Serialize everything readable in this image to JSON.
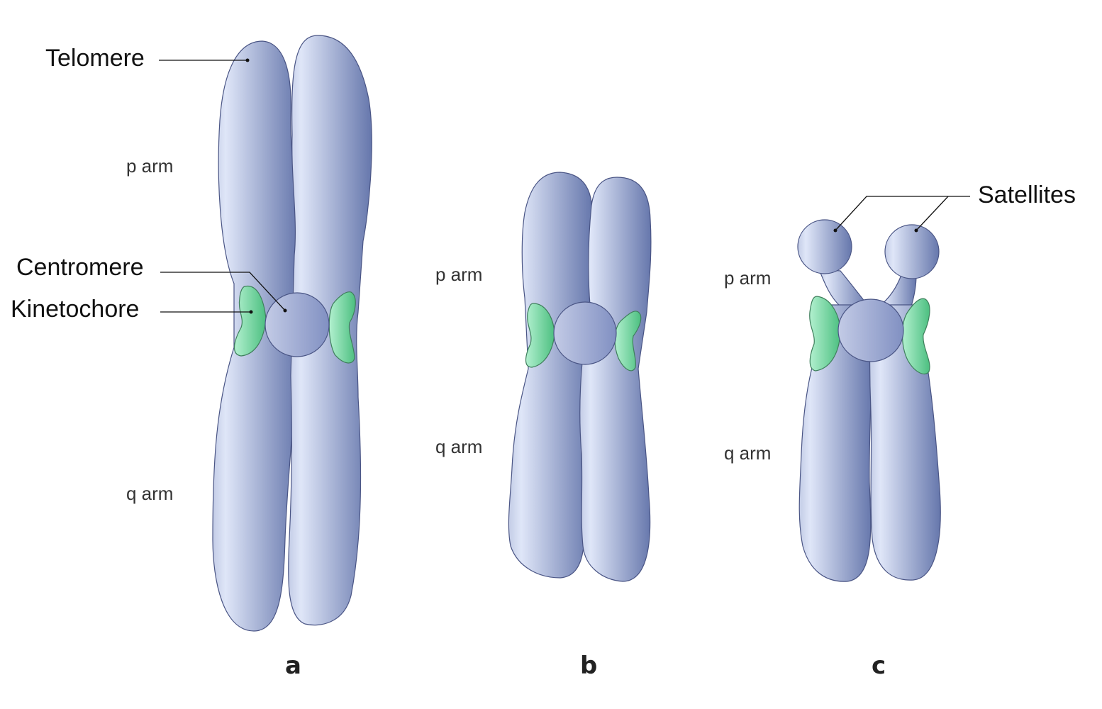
{
  "labels": {
    "telomere": "Telomere",
    "centromere": "Centromere",
    "kinetochore": "Kinetochore",
    "satellites": "Satellites"
  },
  "chromosomes": [
    {
      "caption": "a",
      "p_arm": "p arm",
      "q_arm": "q arm"
    },
    {
      "caption": "b",
      "p_arm": "p arm",
      "q_arm": "q arm"
    },
    {
      "caption": "c",
      "p_arm": "p arm",
      "q_arm": "q arm"
    }
  ],
  "colors": {
    "chromatid_light": "#e1e8f8",
    "chromatid_dark": "#6677ac",
    "kinetochore_light": "#a9ecc6",
    "kinetochore_dark": "#4cbf80"
  }
}
